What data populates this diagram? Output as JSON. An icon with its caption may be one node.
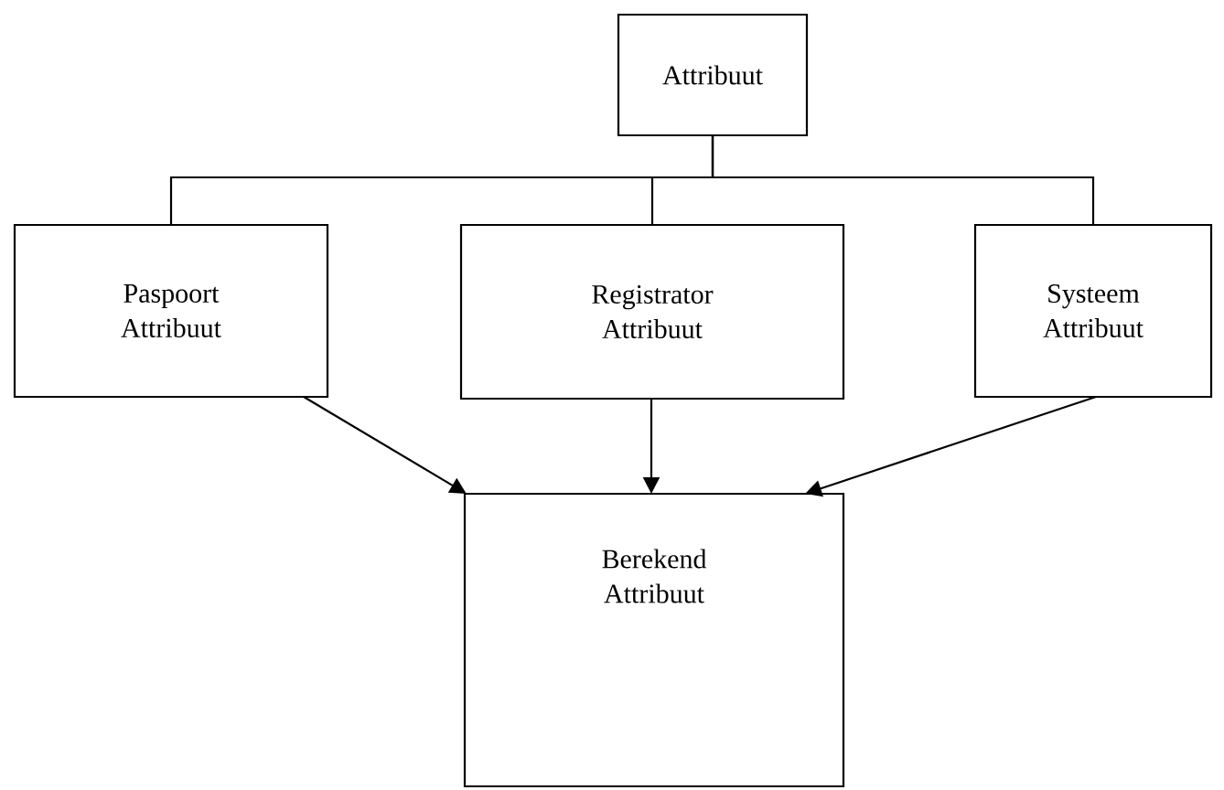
{
  "diagram": {
    "nodes": [
      {
        "text": [
          "Attribuut"
        ]
      },
      {
        "text": [
          "Paspoort Attribuut"
        ]
      },
      {
        "text": [
          "Registrator Attribuut"
        ]
      },
      {
        "text": [
          "Systeem Attribuut"
        ]
      },
      {
        "text": [
          "Berekend Attribuut"
        ]
      }
    ],
    "edges": [
      {
        "from": 0,
        "to": 1,
        "arrow": "none"
      },
      {
        "from": 0,
        "to": 2,
        "arrow": "none"
      },
      {
        "from": 0,
        "to": 3,
        "arrow": "none"
      },
      {
        "from": 1,
        "to": 4,
        "arrow": "to"
      },
      {
        "from": 2,
        "to": 4,
        "arrow": "to"
      },
      {
        "from": 3,
        "to": 4,
        "arrow": "to"
      }
    ]
  }
}
